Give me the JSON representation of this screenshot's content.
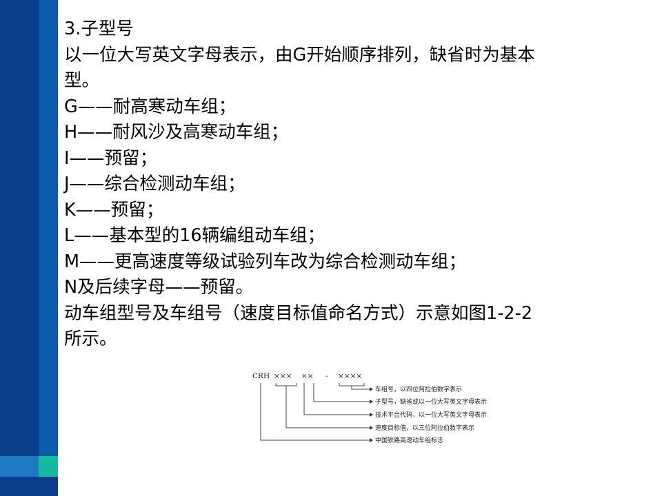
{
  "lines": [
    "3.子型号",
    "以一位大写英文字母表示，由G开始顺序排列，缺省时为基本",
    "型。",
    "G——耐高寒动车组；",
    "H——耐风沙及高寒动车组；",
    "I——预留；",
    "J——综合检测动车组；",
    "K——预留；",
    "L——基本型的16辆编组动车组；",
    "M——更高速度等级试验列车改为综合检测动车组；",
    "N及后续字母——预留。",
    "动车组型号及车组号（速度目标值命名方式）示意如图1-2-2",
    "所示。"
  ],
  "diagram": {
    "code": "CRH",
    "speed_marks": "×××",
    "platform_marks": "××",
    "dash": "-",
    "unit_marks": "××××",
    "labels": [
      "车组号，以四位阿拉伯数字表示",
      "子型号，缺省或以一位大写英文字母表示",
      "技术平台代码，以一位大写英文字母表示",
      "速度目标值，以三位阿拉伯数字表示",
      "中国铁路高速动车组标志"
    ]
  },
  "colors": {
    "band_dark": "#0a3e8c",
    "band_mid": "#0b5cab",
    "band_light": "#1d79c2",
    "accent_teal": "#15b8a0"
  }
}
